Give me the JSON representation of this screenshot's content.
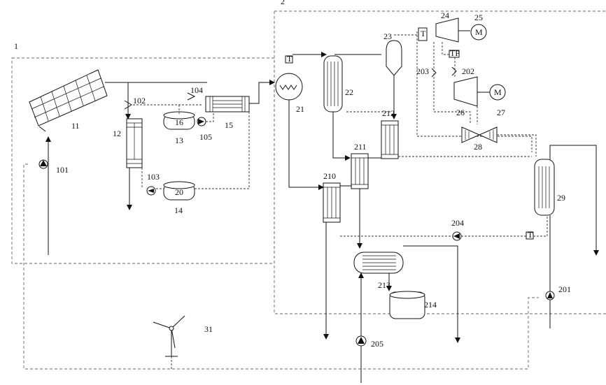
{
  "labels": {
    "l1": "1",
    "l2": "2",
    "l11": "11",
    "l12": "12",
    "l13": "13",
    "l14": "14",
    "l15": "15",
    "l101": "101",
    "l102": "102",
    "l103": "103",
    "l104": "104",
    "l105": "105",
    "l21": "21",
    "l22": "22",
    "l23": "23",
    "l24": "24",
    "l25": "25",
    "l26": "26",
    "l27": "27",
    "l28": "28",
    "l29": "29",
    "l201": "201",
    "l202": "202",
    "l203": "203",
    "l204": "204",
    "l205": "205",
    "l210": "210",
    "l211": "211",
    "l212": "212",
    "l213": "213",
    "l214": "214",
    "l31": "31"
  },
  "symbols": {
    "tank13": "16",
    "tank14": "20",
    "motor_a": "M",
    "motor_b": "M",
    "tag_t1": "T",
    "tag_t2": "T",
    "tag_tp": "TP",
    "tag_t3": "T"
  }
}
